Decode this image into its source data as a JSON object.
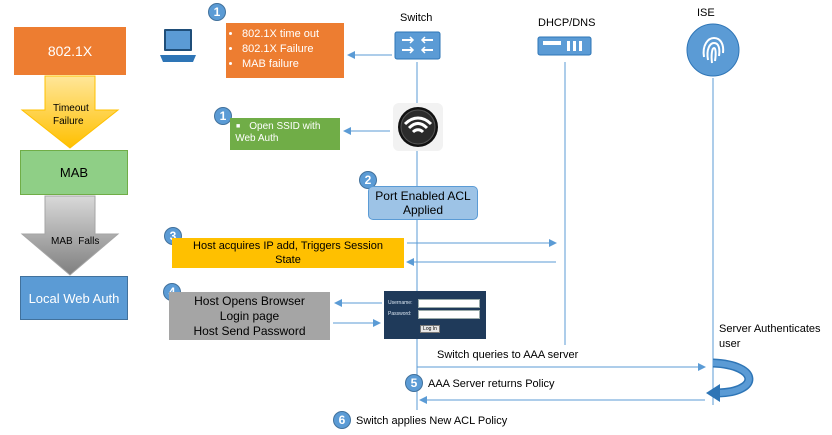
{
  "left_flow": {
    "dot1x": "802.1X",
    "arrow1_label_line1": "Timeout",
    "arrow1_label_line2": "Failure",
    "mab": "MAB",
    "arrow2_label": "MAB  Falls",
    "lwa": "Local Web Auth"
  },
  "entities": {
    "switch": "Switch",
    "dhcp_dns": "DHCP/DNS",
    "ise": "ISE"
  },
  "steps": {
    "s1a_badge": "1",
    "s1a_items": [
      "802.1X time out",
      "802.1X Failure",
      "MAB failure"
    ],
    "s1b_badge": "1",
    "s1b_item_line1": "Open SSID with",
    "s1b_item_line2": "Web Auth",
    "s2_badge": "2",
    "s2_line1": "Port Enabled ACL",
    "s2_line2": "Applied",
    "s3_badge": "3",
    "s3_line1": "Host acquires IP add, Triggers Session",
    "s3_line2": "State",
    "s4_badge": "4",
    "s4_line1": "Host Opens Browser",
    "s4_line2": "Login page",
    "s4_line3": "Host Send Password",
    "switch_queries": "Switch queries to AAA server",
    "server_auth_line1": "Server Authenticates",
    "server_auth_line2": "user",
    "s5_badge": "5",
    "s5_text": "AAA Server returns Policy",
    "s6_badge": "6",
    "s6_text": "Switch applies New ACL Policy"
  },
  "login_form": {
    "username_label": "Username:",
    "password_label": "Password:",
    "login_button": "Log In"
  },
  "colors": {
    "orange": "#ed7d31",
    "green": "#70ad47",
    "gold": "#ffc000",
    "blue": "#5b9bd5",
    "light_blue": "#9dc3e6",
    "gray": "#a5a5a5"
  }
}
